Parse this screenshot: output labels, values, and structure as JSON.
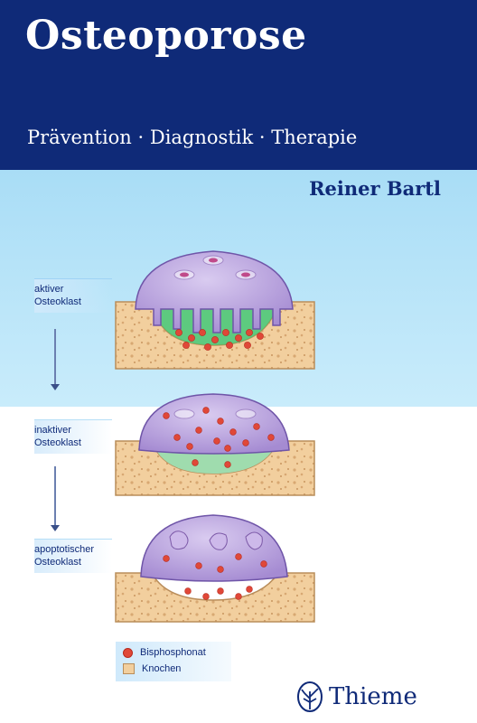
{
  "cover": {
    "title": "Osteoporose",
    "subtitle": "Prävention · Diagnostik · Therapie",
    "author": "Reiner Bartl",
    "publisher": "Thieme"
  },
  "illustration": {
    "stages": [
      {
        "line1": "aktiver",
        "line2": "Osteoklast"
      },
      {
        "line1": "inaktiver",
        "line2": "Osteoklast"
      },
      {
        "line1": "apoptotischer",
        "line2": "Osteoklast"
      }
    ],
    "legend": [
      {
        "label": "Bisphosphonat",
        "icon": "red-dot"
      },
      {
        "label": "Knochen",
        "icon": "bone-texture"
      }
    ]
  },
  "colors": {
    "navy": "#0f2a78",
    "sky": "#a9ddf6",
    "cell": "#b9a3dd",
    "bone": "#f2cf9e",
    "resorption": "#4cc46a",
    "bisphosphonate": "#e04838"
  }
}
